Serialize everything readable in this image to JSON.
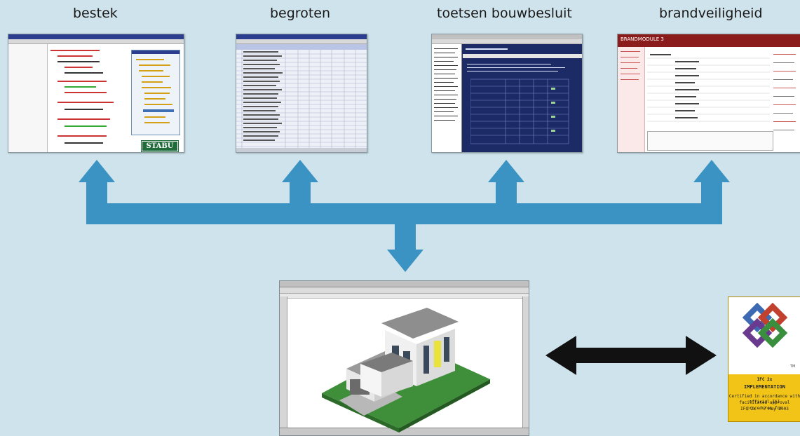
{
  "labels": {
    "bestek": "bestek",
    "begroten": "begroten",
    "toetsen": "toetsen bouwbesluit",
    "brand": "brandveiligheid"
  },
  "screens": {
    "bestek_badge": "STABU",
    "brand_title": "BRANDMODULE 3"
  },
  "certificate": {
    "version": "IFC 2x",
    "heading": "IMPLEMENTATION",
    "line1": "Certified in accordance with official IAI",
    "line2": "facilitated approval procedures for",
    "line3": "IFC 2x - 7 May 2003"
  },
  "colors": {
    "arrow": "#3a93c2",
    "background": "#cfe3ec",
    "double_arrow": "#111111",
    "stabu_badge": "#1f6b3a",
    "certificate": "#f2c418"
  }
}
